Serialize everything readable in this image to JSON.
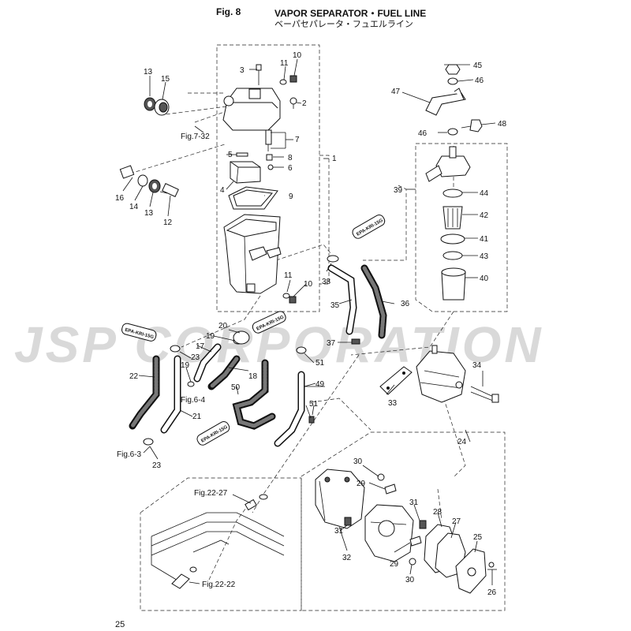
{
  "header": {
    "fig_label": "Fig. 8",
    "title_en": "VAPOR SEPARATOR・FUEL LINE",
    "title_jp": "ベーパセパレータ・フュエルライン"
  },
  "watermark": "JSP CORPORATION",
  "page_number": "25",
  "callouts": [
    {
      "id": "c1",
      "text": "1"
    },
    {
      "id": "c2",
      "text": "2"
    },
    {
      "id": "c3",
      "text": "3"
    },
    {
      "id": "c4",
      "text": "4"
    },
    {
      "id": "c5",
      "text": "5"
    },
    {
      "id": "c6",
      "text": "6"
    },
    {
      "id": "c7",
      "text": "7"
    },
    {
      "id": "c8",
      "text": "8"
    },
    {
      "id": "c9",
      "text": "9"
    },
    {
      "id": "c10a",
      "text": "10"
    },
    {
      "id": "c10b",
      "text": "10"
    },
    {
      "id": "c11a",
      "text": "11"
    },
    {
      "id": "c11b",
      "text": "11"
    },
    {
      "id": "c12",
      "text": "12"
    },
    {
      "id": "c13a",
      "text": "13"
    },
    {
      "id": "c13b",
      "text": "13"
    },
    {
      "id": "c14",
      "text": "14"
    },
    {
      "id": "c15",
      "text": "15"
    },
    {
      "id": "c16",
      "text": "16"
    },
    {
      "id": "c17",
      "text": "17"
    },
    {
      "id": "c18",
      "text": "18"
    },
    {
      "id": "c19a",
      "text": "19"
    },
    {
      "id": "c19b",
      "text": "19"
    },
    {
      "id": "c20",
      "text": "20"
    },
    {
      "id": "c21",
      "text": "21"
    },
    {
      "id": "c22",
      "text": "22"
    },
    {
      "id": "c23a",
      "text": "23"
    },
    {
      "id": "c23b",
      "text": "23"
    },
    {
      "id": "c24",
      "text": "24"
    },
    {
      "id": "c25",
      "text": "25"
    },
    {
      "id": "c26",
      "text": "26"
    },
    {
      "id": "c27",
      "text": "27"
    },
    {
      "id": "c28",
      "text": "28"
    },
    {
      "id": "c29a",
      "text": "29"
    },
    {
      "id": "c29b",
      "text": "29"
    },
    {
      "id": "c30a",
      "text": "30"
    },
    {
      "id": "c30b",
      "text": "30"
    },
    {
      "id": "c31a",
      "text": "31"
    },
    {
      "id": "c31b",
      "text": "31"
    },
    {
      "id": "c32",
      "text": "32"
    },
    {
      "id": "c33",
      "text": "33"
    },
    {
      "id": "c34",
      "text": "34"
    },
    {
      "id": "c35",
      "text": "35"
    },
    {
      "id": "c36",
      "text": "36"
    },
    {
      "id": "c37",
      "text": "37"
    },
    {
      "id": "c38",
      "text": "38"
    },
    {
      "id": "c39",
      "text": "39"
    },
    {
      "id": "c40",
      "text": "40"
    },
    {
      "id": "c41",
      "text": "41"
    },
    {
      "id": "c42",
      "text": "42"
    },
    {
      "id": "c43",
      "text": "43"
    },
    {
      "id": "c44",
      "text": "44"
    },
    {
      "id": "c45",
      "text": "45"
    },
    {
      "id": "c46a",
      "text": "46"
    },
    {
      "id": "c46b",
      "text": "46"
    },
    {
      "id": "c47",
      "text": "47"
    },
    {
      "id": "c48",
      "text": "48"
    },
    {
      "id": "c49",
      "text": "49"
    },
    {
      "id": "c50",
      "text": "50"
    },
    {
      "id": "c51a",
      "text": "51"
    },
    {
      "id": "c51b",
      "text": "51"
    }
  ],
  "fig_refs": [
    {
      "id": "r732",
      "text": "Fig.7-32"
    },
    {
      "id": "r64",
      "text": "Fig.6-4"
    },
    {
      "id": "r63",
      "text": "Fig.6-3"
    },
    {
      "id": "r2227",
      "text": "Fig.22-27"
    },
    {
      "id": "r2222",
      "text": "Fig.22-22"
    }
  ],
  "epa_tags": [
    {
      "id": "e1",
      "text": "EPA-KRI-15G"
    },
    {
      "id": "e2",
      "text": "EPA-KRI-15G"
    },
    {
      "id": "e3",
      "text": "EPA-KRI-15G"
    },
    {
      "id": "e4",
      "text": "EPA-KRI-15G"
    }
  ]
}
